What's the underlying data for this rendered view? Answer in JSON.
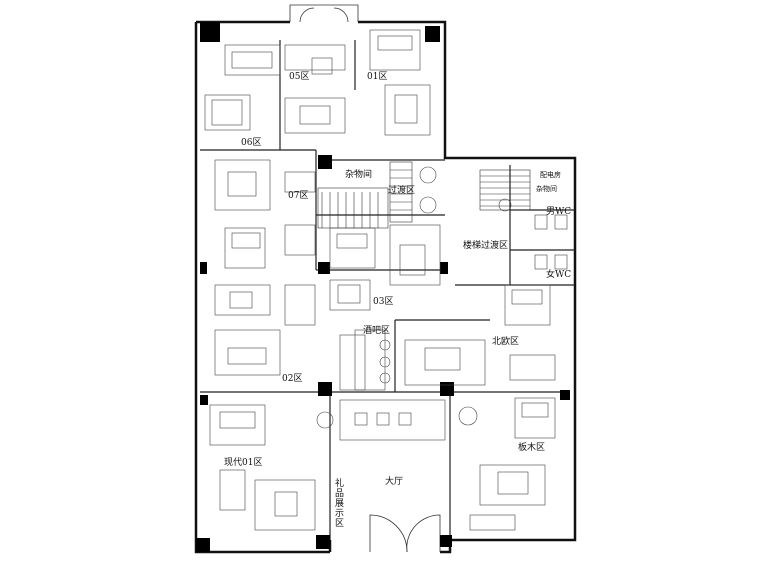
{
  "zones": {
    "z05": "05区",
    "z01": "01区",
    "z06": "06区",
    "z07": "07区",
    "storage": "杂物间",
    "transition": "过渡区",
    "stair_transition": "楼梯过渡区",
    "z03": "03区",
    "nordic": "北欧区",
    "bar": "酒吧区",
    "z02": "02区",
    "wood": "板木区",
    "modern01": "现代01区",
    "lobby": "大厅",
    "gift": "礼品展示区",
    "men_wc": "男WC",
    "women_wc": "女WC",
    "storage2": "杂物间",
    "electric": "配电房"
  },
  "colors": {
    "wall": "#111111",
    "line": "#333333",
    "column": "#000000"
  }
}
